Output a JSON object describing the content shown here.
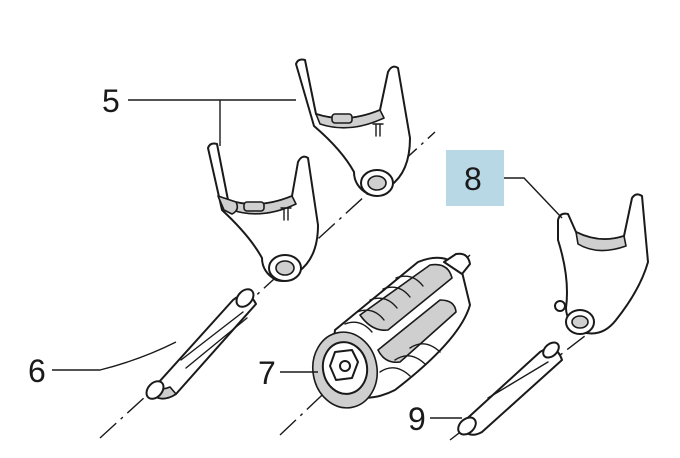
{
  "callouts": {
    "c5": "5",
    "c6": "6",
    "c7": "7",
    "c8": "8",
    "c9": "9"
  },
  "colors": {
    "highlight": "#b9d8e6",
    "ink": "#1a1a1a",
    "shade": "#cfcfcf"
  }
}
